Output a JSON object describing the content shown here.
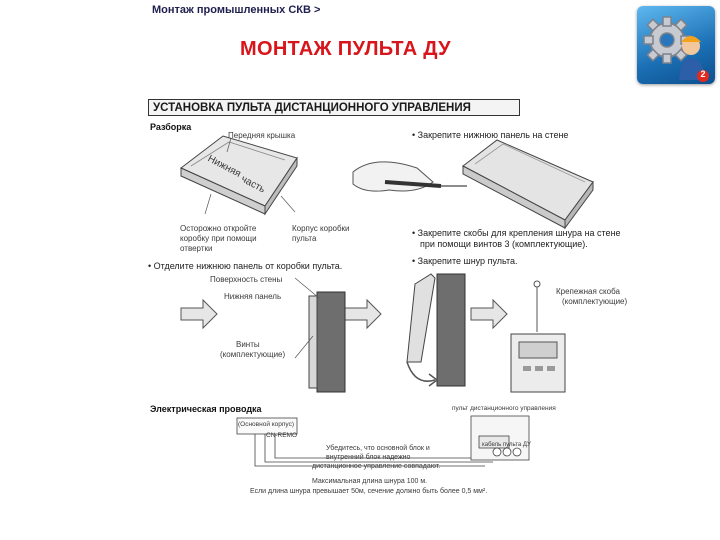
{
  "breadcrumb": "Монтаж промышленных СКВ >",
  "title": "МОНТАЖ ПУЛЬТА ДУ",
  "logo_badge": "2",
  "figure": {
    "heading": "УСТАНОВКА ПУЛЬТА ДИСТАНЦИОННОГО УПРАВЛЕНИЯ",
    "disassembly": "Разборка",
    "front_cover": "Передняя крышка",
    "lower_part_a": "Нижняя",
    "lower_part_b": "часть",
    "open_carefully": [
      "Осторожно откройте",
      "коробку при помощи",
      "отвертки"
    ],
    "box_body": [
      "Корпус коробки",
      "пульта"
    ],
    "step_fix_panel": "• Закрепите нижнюю панель на стене",
    "step_brackets": [
      "• Закрепите скобы для крепления шнура на стене",
      "при помощи винтов 3 (комплектующие)."
    ],
    "step_cord": "• Закрепите шнур пульта.",
    "step_separate": "• Отделите нижнюю панель от коробки пульта.",
    "wall_surface": "Поверхность стены",
    "lower_panel": "Нижняя панель",
    "screws": [
      "Винты",
      "(комплектующие)"
    ],
    "bracket": [
      "Крепежная скоба",
      "(комплектующие)"
    ],
    "wiring": "Электрическая проводка",
    "indoor_unit": "(Основной корпус)",
    "cn_label": "CN-REMO",
    "remote_label": "пульт дистанционного управления",
    "remote_plug": "кабель пульта ДУ",
    "wiring_note": [
      "Убедитесь, что основной блок и",
      "внутренний блок надежно",
      "дистанционное управление совпадают."
    ],
    "cord_length": [
      "Максимальная длина шнура 100 м.",
      "Если длина шнура превышает 50м, сечение должно быть более 0,5 мм²."
    ]
  },
  "colors": {
    "title_red": "#d8151b",
    "crumb_navy": "#1f1f4f",
    "logo_blue": "#1b6fb4"
  }
}
